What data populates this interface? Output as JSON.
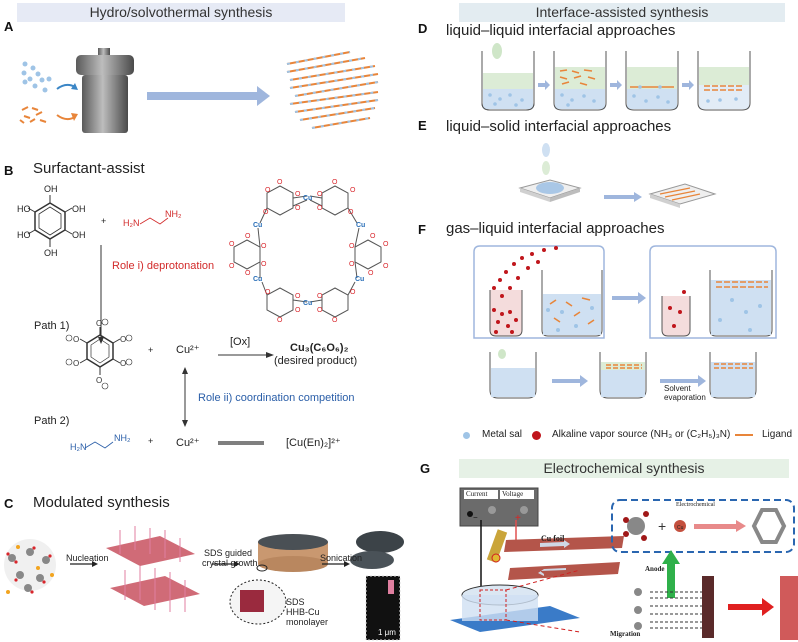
{
  "panels": {
    "A": {
      "label": "A",
      "banner": "Hydro/solvothermal synthesis"
    },
    "B": {
      "label": "B",
      "title": "Surfactant-assist",
      "hhb_substituents": [
        "OH",
        "OH",
        "OH",
        "OH",
        "OH",
        "OH"
      ],
      "oh_labels": {
        "top": "OH",
        "left_top": "HO",
        "right_top": "OH",
        "left_bottom": "HO",
        "right_bottom": "OH",
        "bottom": "OH"
      },
      "plus": "+",
      "en_left": "H₂N",
      "en_right": "NH₂",
      "role1": "Role i) deprotonation",
      "path1": "Path 1)",
      "path2": "Path 2)",
      "cu_ion": "Cu²⁺",
      "ox": "[Ox]",
      "product": "Cu₃(C₆O₆)₂",
      "product_note": "(desired product)",
      "role2": "Role ii) coordination competition",
      "complex": "[Cu(En)₂]²⁺",
      "cu_label": "Cu",
      "o_label": "O"
    },
    "C": {
      "label": "C",
      "title": "Modulated synthesis",
      "step1": "Nucleation",
      "step2_line1": "SDS guided",
      "step2_line2": "crystal growth",
      "step3": "Sonication",
      "inset_line1": "SDS",
      "inset_line2": "HHB-Cu",
      "inset_line3": "monolayer",
      "scale": "1 μm"
    },
    "interface_banner": "Interface-assisted synthesis",
    "D": {
      "label": "D",
      "title": "liquid–liquid interfacial approaches"
    },
    "E": {
      "label": "E",
      "title": "liquid–solid interfacial approaches"
    },
    "F": {
      "label": "F",
      "title": "gas–liquid interfacial approaches",
      "solvent_line1": "Solvent",
      "solvent_line2": "evaporation",
      "legend": [
        {
          "label": "Metal sal",
          "color": "#9fc4e6",
          "shape": "dot"
        },
        {
          "label": "Alkaline vapor source (NH₃ or  (C₂H₅)₃N)",
          "color": "#c0161c",
          "shape": "dot"
        },
        {
          "label": "Ligand",
          "color": "#e8853a",
          "shape": "line"
        }
      ]
    },
    "G": {
      "label": "G",
      "banner": "Electrochemical synthesis",
      "current": "Current",
      "voltage": "Voltage",
      "cu_foil": "Cu foil",
      "electrochemical": "Electrochemical",
      "anode": "Anode",
      "migration": "Migration",
      "plus_sign": "+",
      "cu_atom": "Cu"
    }
  },
  "colors": {
    "metal": "#9fc4e6",
    "ligand": "#e8853a",
    "vapor": "#c0161c",
    "arrow": "#9fb6dd",
    "oxygen": "#d8262c",
    "copper": "#2a6fb8"
  }
}
